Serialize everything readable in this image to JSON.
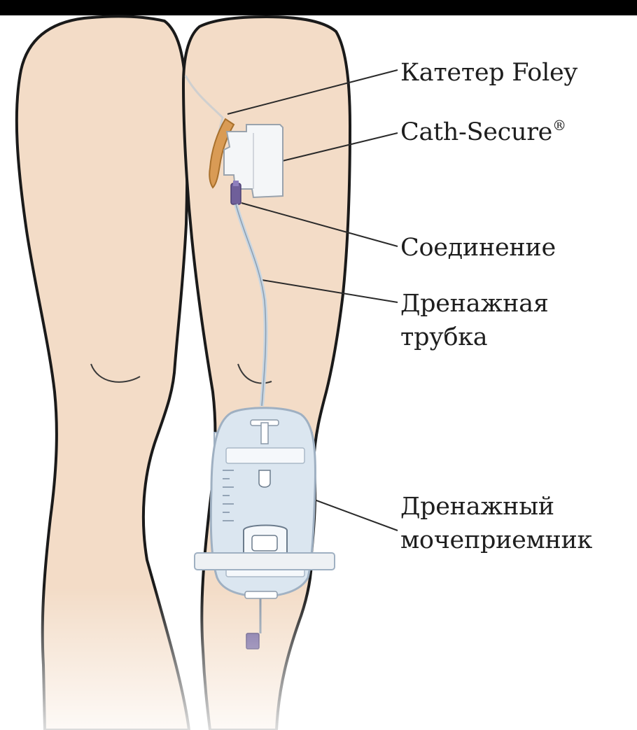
{
  "diagram": {
    "labels": {
      "catheter": "Катетер Foley",
      "securement_name": "Cath-Secure",
      "securement_mark": "®",
      "connection": "Соединение",
      "tube_line1": "Дренажная",
      "tube_line2": "трубка",
      "bag_line1": "Дренажный",
      "bag_line2": "мочеприемник"
    },
    "colors": {
      "top_bar": "#000000",
      "skin": "#f3dcc7",
      "outline": "#1a1a1a",
      "catheter_tube": "#d99b55",
      "pad": "#f4f6f8",
      "connector": "#6f5f9a",
      "bag_fill": "#dbe6f0",
      "bag_outline": "#9fb0c2"
    }
  }
}
